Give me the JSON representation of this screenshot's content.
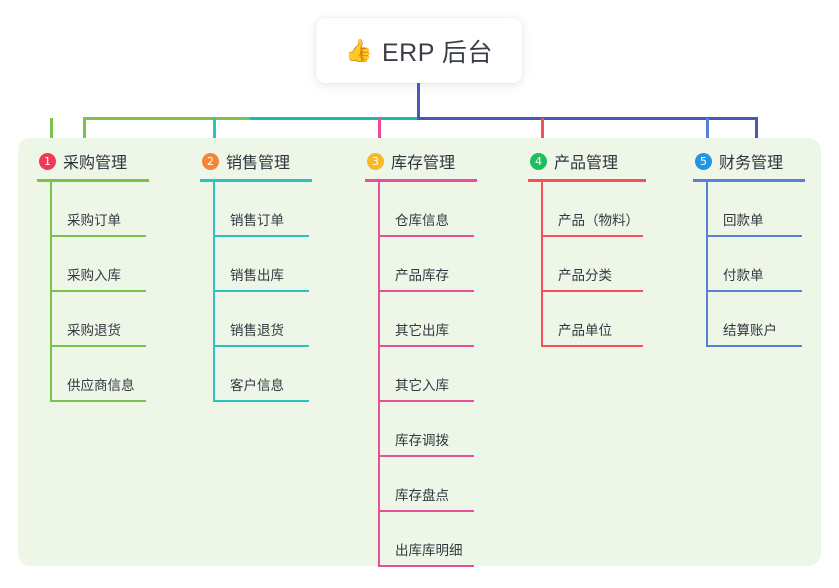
{
  "root": {
    "title": "ERP 后台",
    "icon": "thumbs-up-icon",
    "icon_glyph": "👍"
  },
  "colors": {
    "panel_bg": "#eef6e8",
    "root_line": "#4a58b5",
    "text": "#2f343b"
  },
  "connector": {
    "segments": [
      {
        "name": "green-segment",
        "color": "#7cc14a"
      },
      {
        "name": "teal-segment",
        "color": "#0fbfb0"
      },
      {
        "name": "indigo-segment",
        "color": "#4a58b5"
      }
    ]
  },
  "columns": [
    {
      "number": "1",
      "title": "采购管理",
      "badge_color": "#f2385a",
      "line_color": "#7cc14a",
      "items": [
        "采购订单",
        "采购入库",
        "采购退货",
        "供应商信息"
      ]
    },
    {
      "number": "2",
      "title": "销售管理",
      "badge_color": "#f4863a",
      "line_color": "#29c4bc",
      "items": [
        "销售订单",
        "销售出库",
        "销售退货",
        "客户信息"
      ]
    },
    {
      "number": "3",
      "title": "库存管理",
      "badge_color": "#f7b929",
      "line_color": "#ea4e9b",
      "items": [
        "仓库信息",
        "产品库存",
        "其它出库",
        "其它入库",
        "库存调拨",
        "库存盘点",
        "出库库明细"
      ]
    },
    {
      "number": "4",
      "title": "产品管理",
      "badge_color": "#1dbf5c",
      "line_color": "#f4515b",
      "items": [
        "产品（物料）",
        "产品分类",
        "产品单位"
      ]
    },
    {
      "number": "5",
      "title": "财务管理",
      "badge_color": "#2196e3",
      "line_color": "#5b7fd4",
      "items": [
        "回款单",
        "付款单",
        "结算账户"
      ]
    }
  ]
}
